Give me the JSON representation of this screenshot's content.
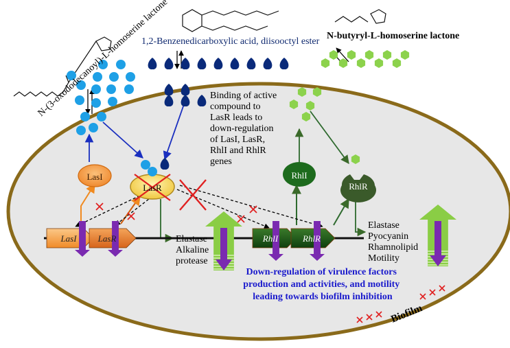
{
  "molecules": {
    "odd_hsl": "N-(3-oxododecanoyl)-L-homoserine lactone",
    "benzene_ester": "1,2-Benzenedicarboxylic acid, diisooctyl ester",
    "bhl": "N-butyryl-L-homoserine lactone"
  },
  "binding_note": [
    "Binding of active",
    "compound to",
    "LasR leads to",
    "down-regulation",
    "of LasI, LasR,",
    "RhlI and RhlR",
    "genes"
  ],
  "proteins": {
    "lasI": "LasI",
    "lasR": "LasR",
    "rhlI": "RhlI",
    "rhlR": "RhlR"
  },
  "genes": {
    "lasI": "LasI",
    "lasR": "LasR",
    "rhlI": "RhlI",
    "rhlR": "RhlR"
  },
  "las_factors": [
    "Elastase",
    "Alkaline",
    "protease"
  ],
  "rhl_factors": [
    "Elastase",
    "Pyocyanin",
    "Rhamnolipid",
    "Motility"
  ],
  "conclusion": [
    "Down-regulation of virulence factors",
    "production and activities, and motility",
    "leading towards biofilm inhibition"
  ],
  "biofilm_label": "Biofilm",
  "colors": {
    "membrane": "#8a6a1a",
    "cytoplasm": "#e7e7e7",
    "ohsl": "#1ea0e6",
    "compound": "#0a2a7a",
    "bhl": "#8cd24c",
    "lasI_protein": "#f4a04a",
    "lasR_protein": "#f6d96a",
    "rhlI_protein": "#1d6b1d",
    "rhlR_protein": "#3a5a2a",
    "conclusion_text": "#1a1acc",
    "inhibit": "#e02020"
  }
}
